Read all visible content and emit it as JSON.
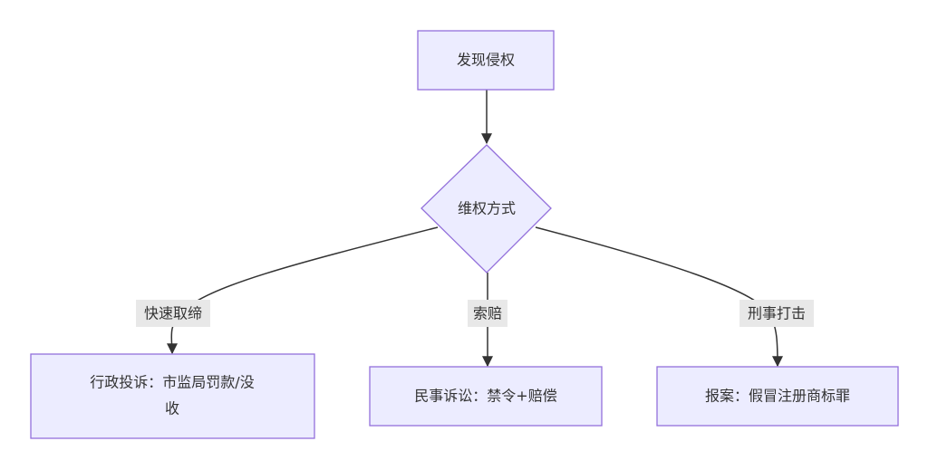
{
  "nodes": {
    "discover": {
      "label": "发现侵权"
    },
    "decision": {
      "label": "维权方式"
    },
    "admin": {
      "label_line1": "行政投诉：市监局罚款/没",
      "label_line2": "收"
    },
    "civil": {
      "label": "民事诉讼：禁令+赔偿"
    },
    "criminal": {
      "label": "报案：假冒注册商标罪"
    }
  },
  "edges": {
    "fast": {
      "label": "快速取缔"
    },
    "compensation": {
      "label": "索赔"
    },
    "criminal_strike": {
      "label": "刑事打击"
    }
  },
  "colors": {
    "node_fill": "#ececff",
    "node_stroke": "#9370db",
    "edge_stroke": "#333333",
    "label_bg": "#e8e8e8"
  }
}
